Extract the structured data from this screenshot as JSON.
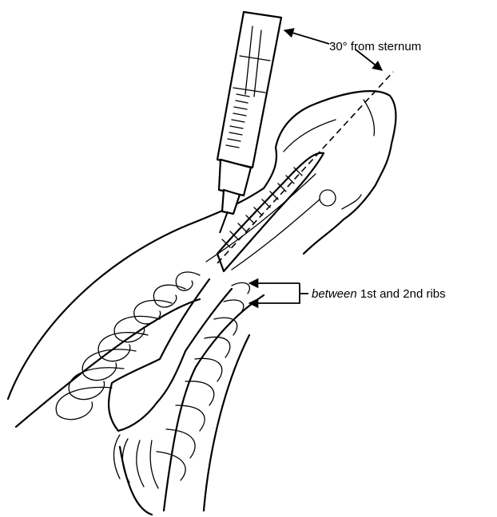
{
  "labels": {
    "angle": "30° from sternum",
    "ribs_italic": "between",
    "ribs_rest": " 1st and 2nd ribs"
  },
  "colors": {
    "ink": "#000000",
    "paper": "#ffffff"
  },
  "icons": {
    "arrowheads": "arrow-icon"
  }
}
